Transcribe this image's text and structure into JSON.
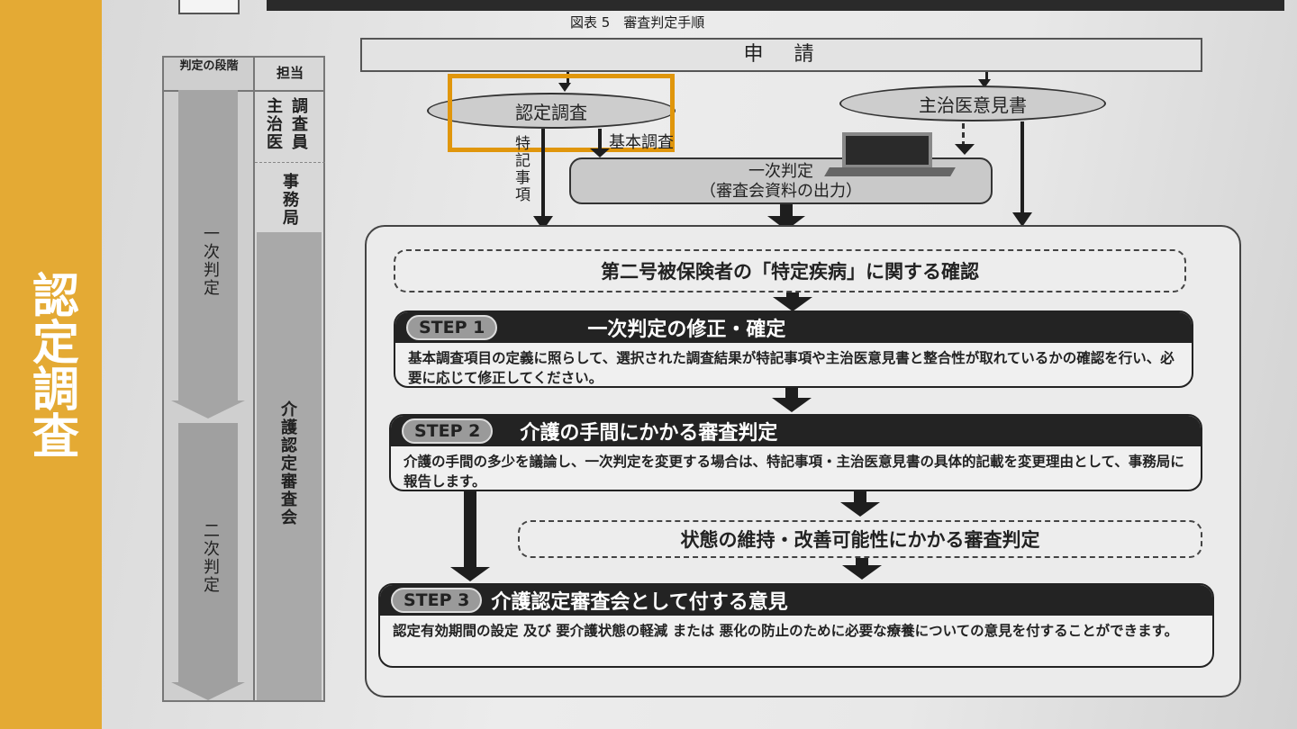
{
  "slide_title": "認定調査",
  "figure_caption": "図表 5　審査判定手順",
  "table": {
    "col_stage": "判定の段階",
    "col_role": "担当",
    "role_investigator": "調査員",
    "role_doctor": "主治医",
    "role_office": "事務局",
    "role_board": "介護認定審査会",
    "stage_first": "一次判定",
    "stage_second": "二次判定"
  },
  "flow": {
    "application": "申　請",
    "investigation": "認定調査",
    "doctor_opinion": "主治医意見書",
    "basic_survey": "基本調査",
    "special_notes": "特記事項",
    "first_judgment_line1": "一次判定",
    "first_judgment_line2": "（審査会資料の出力）",
    "confirm_specific_disease": "第二号被保険者の「特定疾病」に関する確認",
    "steps": [
      {
        "badge": "STEP 1",
        "title": "一次判定の修正・確定",
        "body": "基本調査項目の定義に照らして、選択された調査結果が特記事項や主治医意見書と整合性が取れているかの確認を行い、必要に応じて修正してください。"
      },
      {
        "badge": "STEP 2",
        "title": "介護の手間にかかる審査判定",
        "body": "介護の手間の多少を議論し、一次判定を変更する場合は、特記事項・主治医意見書の具体的記載を変更理由として、事務局に報告します。"
      },
      {
        "badge": "STEP 3",
        "title": "介護認定審査会として付する意見",
        "body": "認定有効期間の設定 及び 要介護状態の軽減 または 悪化の防止のために必要な療養についての意見を付することができます。"
      }
    ],
    "maintenance_judgment": "状態の維持・改善可能性にかかる審査判定"
  },
  "colors": {
    "accent": "#e4aa34",
    "highlight": "#e0960c"
  }
}
